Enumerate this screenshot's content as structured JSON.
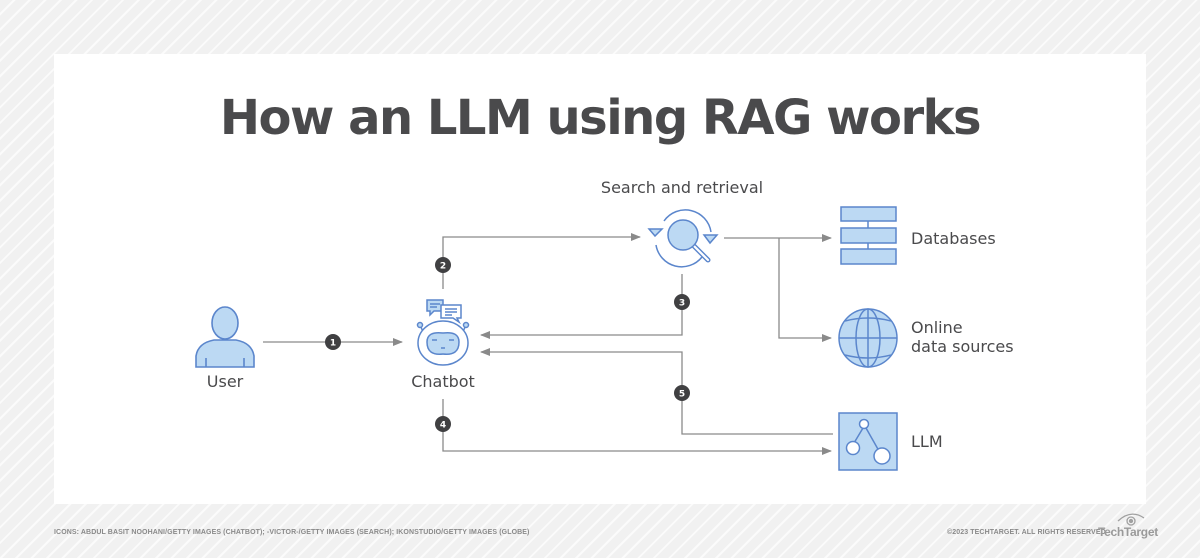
{
  "title": "How an LLM using RAG works",
  "nodes": {
    "user": {
      "label": "User",
      "icon": "user-icon"
    },
    "chatbot": {
      "label": "Chatbot",
      "icon": "chatbot-icon"
    },
    "search": {
      "label": "Search and retrieval",
      "icon": "search-retrieval-icon"
    },
    "databases": {
      "label": "Databases",
      "icon": "database-icon"
    },
    "online": {
      "label_line1": "Online",
      "label_line2": "data sources",
      "icon": "globe-icon"
    },
    "llm": {
      "label": "LLM",
      "icon": "llm-network-icon"
    }
  },
  "steps": [
    {
      "number": "1",
      "from": "User",
      "to": "Chatbot"
    },
    {
      "number": "2",
      "from": "Chatbot",
      "to": "Search and retrieval"
    },
    {
      "number": "3",
      "from": "Search and retrieval",
      "to": "Chatbot"
    },
    {
      "number": "4",
      "from": "Chatbot",
      "to": "LLM"
    },
    {
      "number": "5",
      "from": "LLM",
      "to": "Chatbot"
    }
  ],
  "colors": {
    "icon_fill": "#bcd9f3",
    "icon_stroke": "#5b86cc",
    "connector": "#8a8a8a",
    "badge": "#404042",
    "text": "#4a4a4c"
  },
  "footer": {
    "credits": "ICONS: ABDUL BASIT NOOHANI/GETTY IMAGES (CHATBOT); -VICTOR-/GETTY IMAGES (SEARCH); IKONSTUDIO/GETTY IMAGES (GLOBE)",
    "copyright": "©2023 TECHTARGET. ALL RIGHTS RESERVED",
    "brand": "TechTarget"
  }
}
